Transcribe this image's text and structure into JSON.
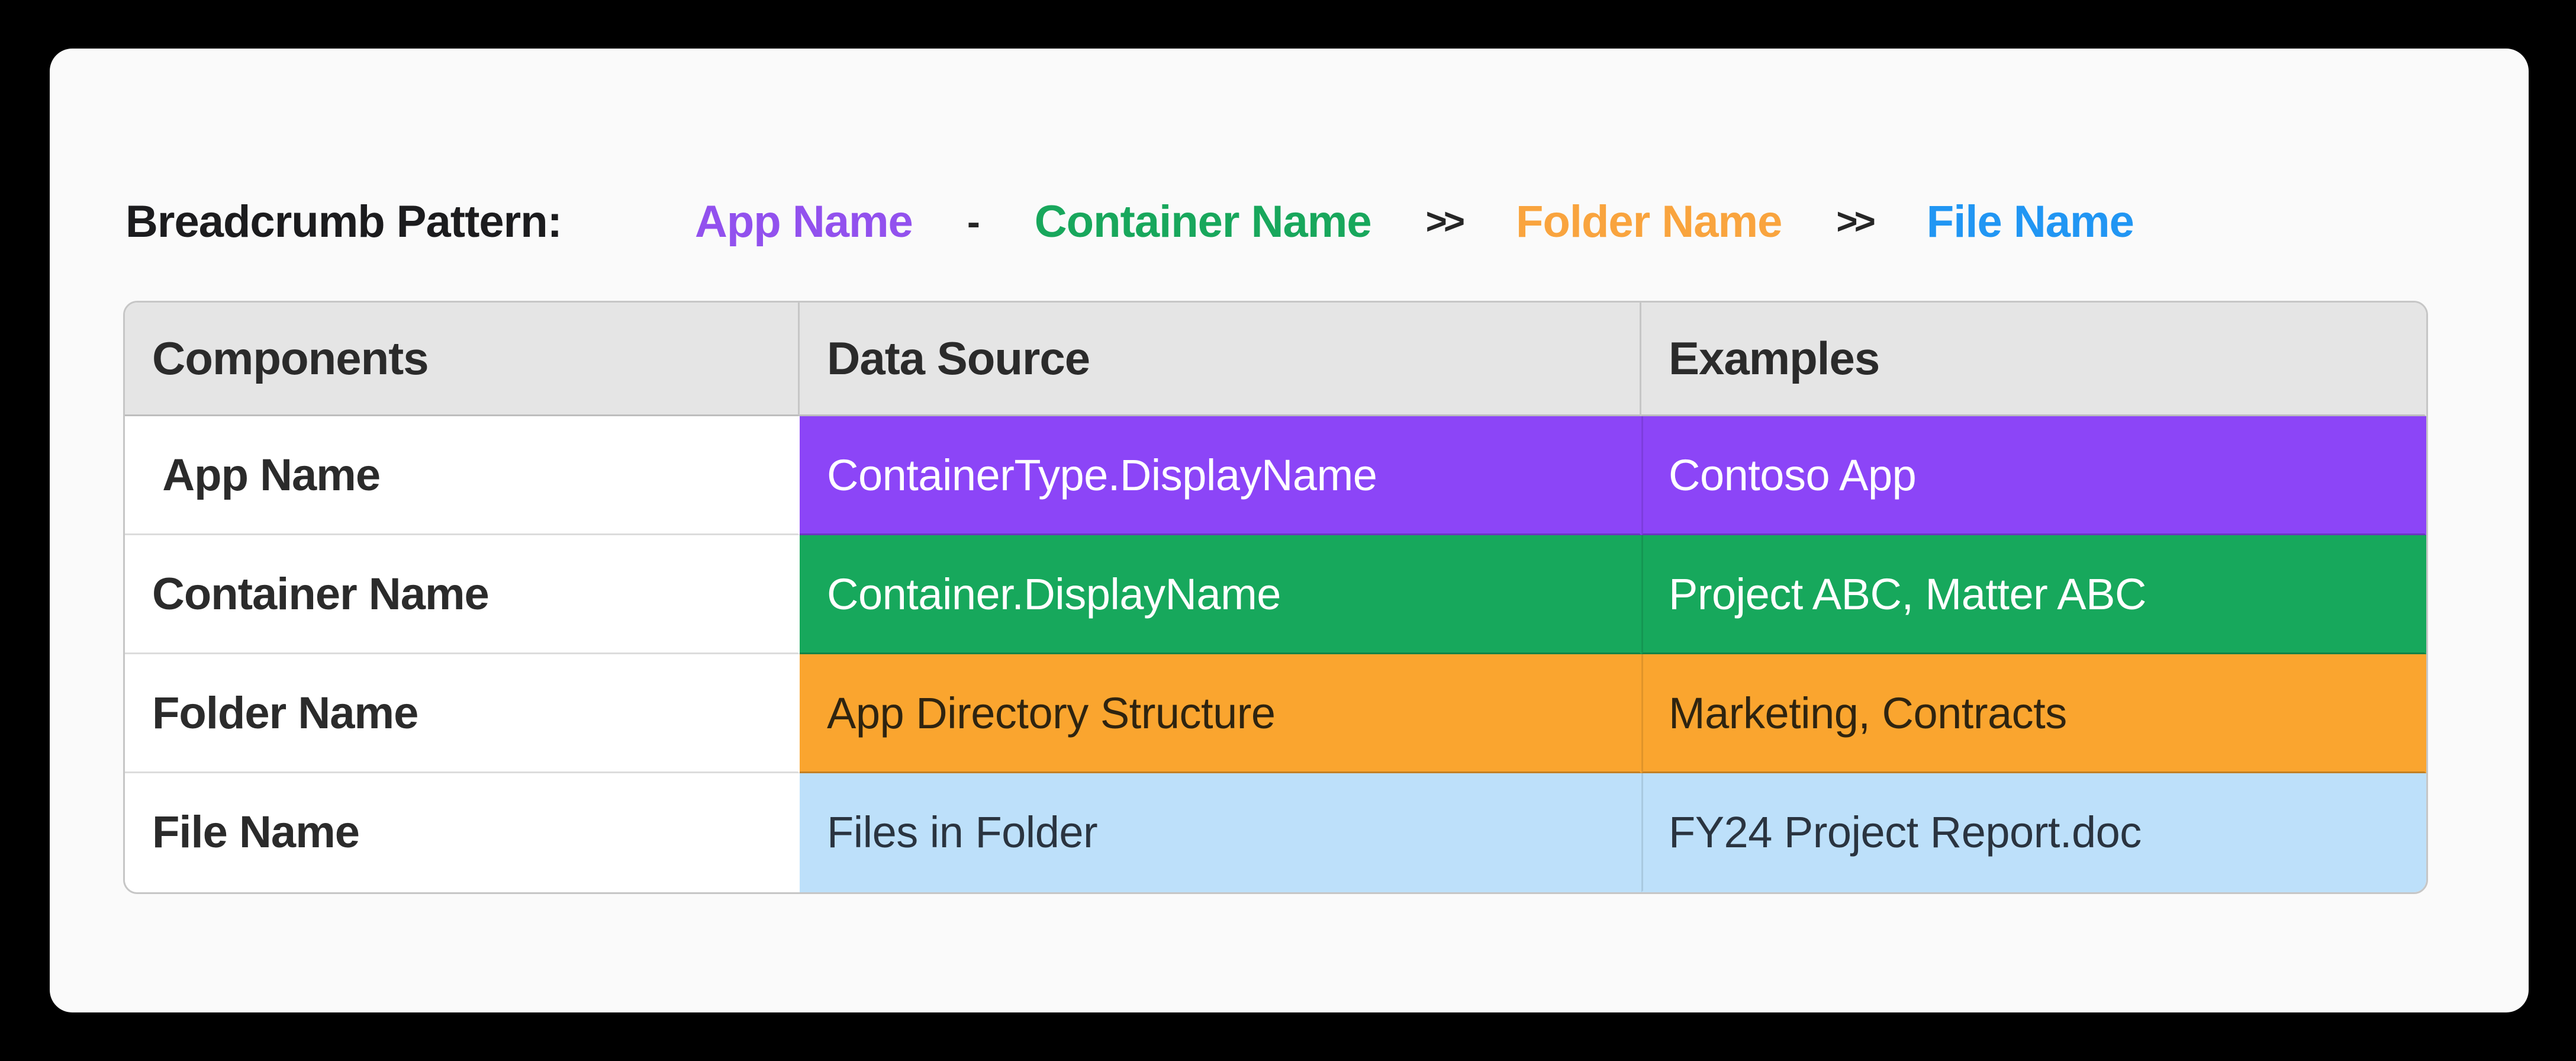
{
  "page": {
    "background": "#000000",
    "card_background": "#FAFAFA"
  },
  "breadcrumb": {
    "label": "Breadcrumb Pattern:",
    "items": [
      {
        "text": "App Name",
        "color": "#9251EE"
      },
      {
        "text": "Container Name",
        "color": "#18A75C"
      },
      {
        "text": "Folder Name",
        "color": "#F9A43E"
      },
      {
        "text": "File Name",
        "color": "#2196F3"
      }
    ],
    "separators": [
      "-",
      ">>",
      ">>"
    ],
    "separator_color": "#262626"
  },
  "table": {
    "headers": [
      "Components",
      "Data Source",
      "Examples"
    ],
    "header_bg": "#E5E5E5",
    "header_text_color": "#2B2B2B",
    "rows": [
      {
        "component": " App Name",
        "data_source": "ContainerType.DisplayName",
        "example": "Contoso App",
        "bg": "#8C45F7",
        "text_color": "#FFFFFF"
      },
      {
        "component": "Container Name",
        "data_source": "Container.DisplayName",
        "example": "Project ABC, Matter ABC",
        "bg": "#17A85C",
        "text_color": "#FFFFFF"
      },
      {
        "component": "Folder Name",
        "data_source": "App Directory Structure",
        "example": "Marketing, Contracts",
        "bg": "#FAA52F",
        "text_color": "#2F2410"
      },
      {
        "component": "File Name",
        "data_source": "Files in Folder",
        "example": "FY24 Project Report.doc",
        "bg": "#BDE0FA",
        "text_color": "#2A3440"
      }
    ]
  }
}
